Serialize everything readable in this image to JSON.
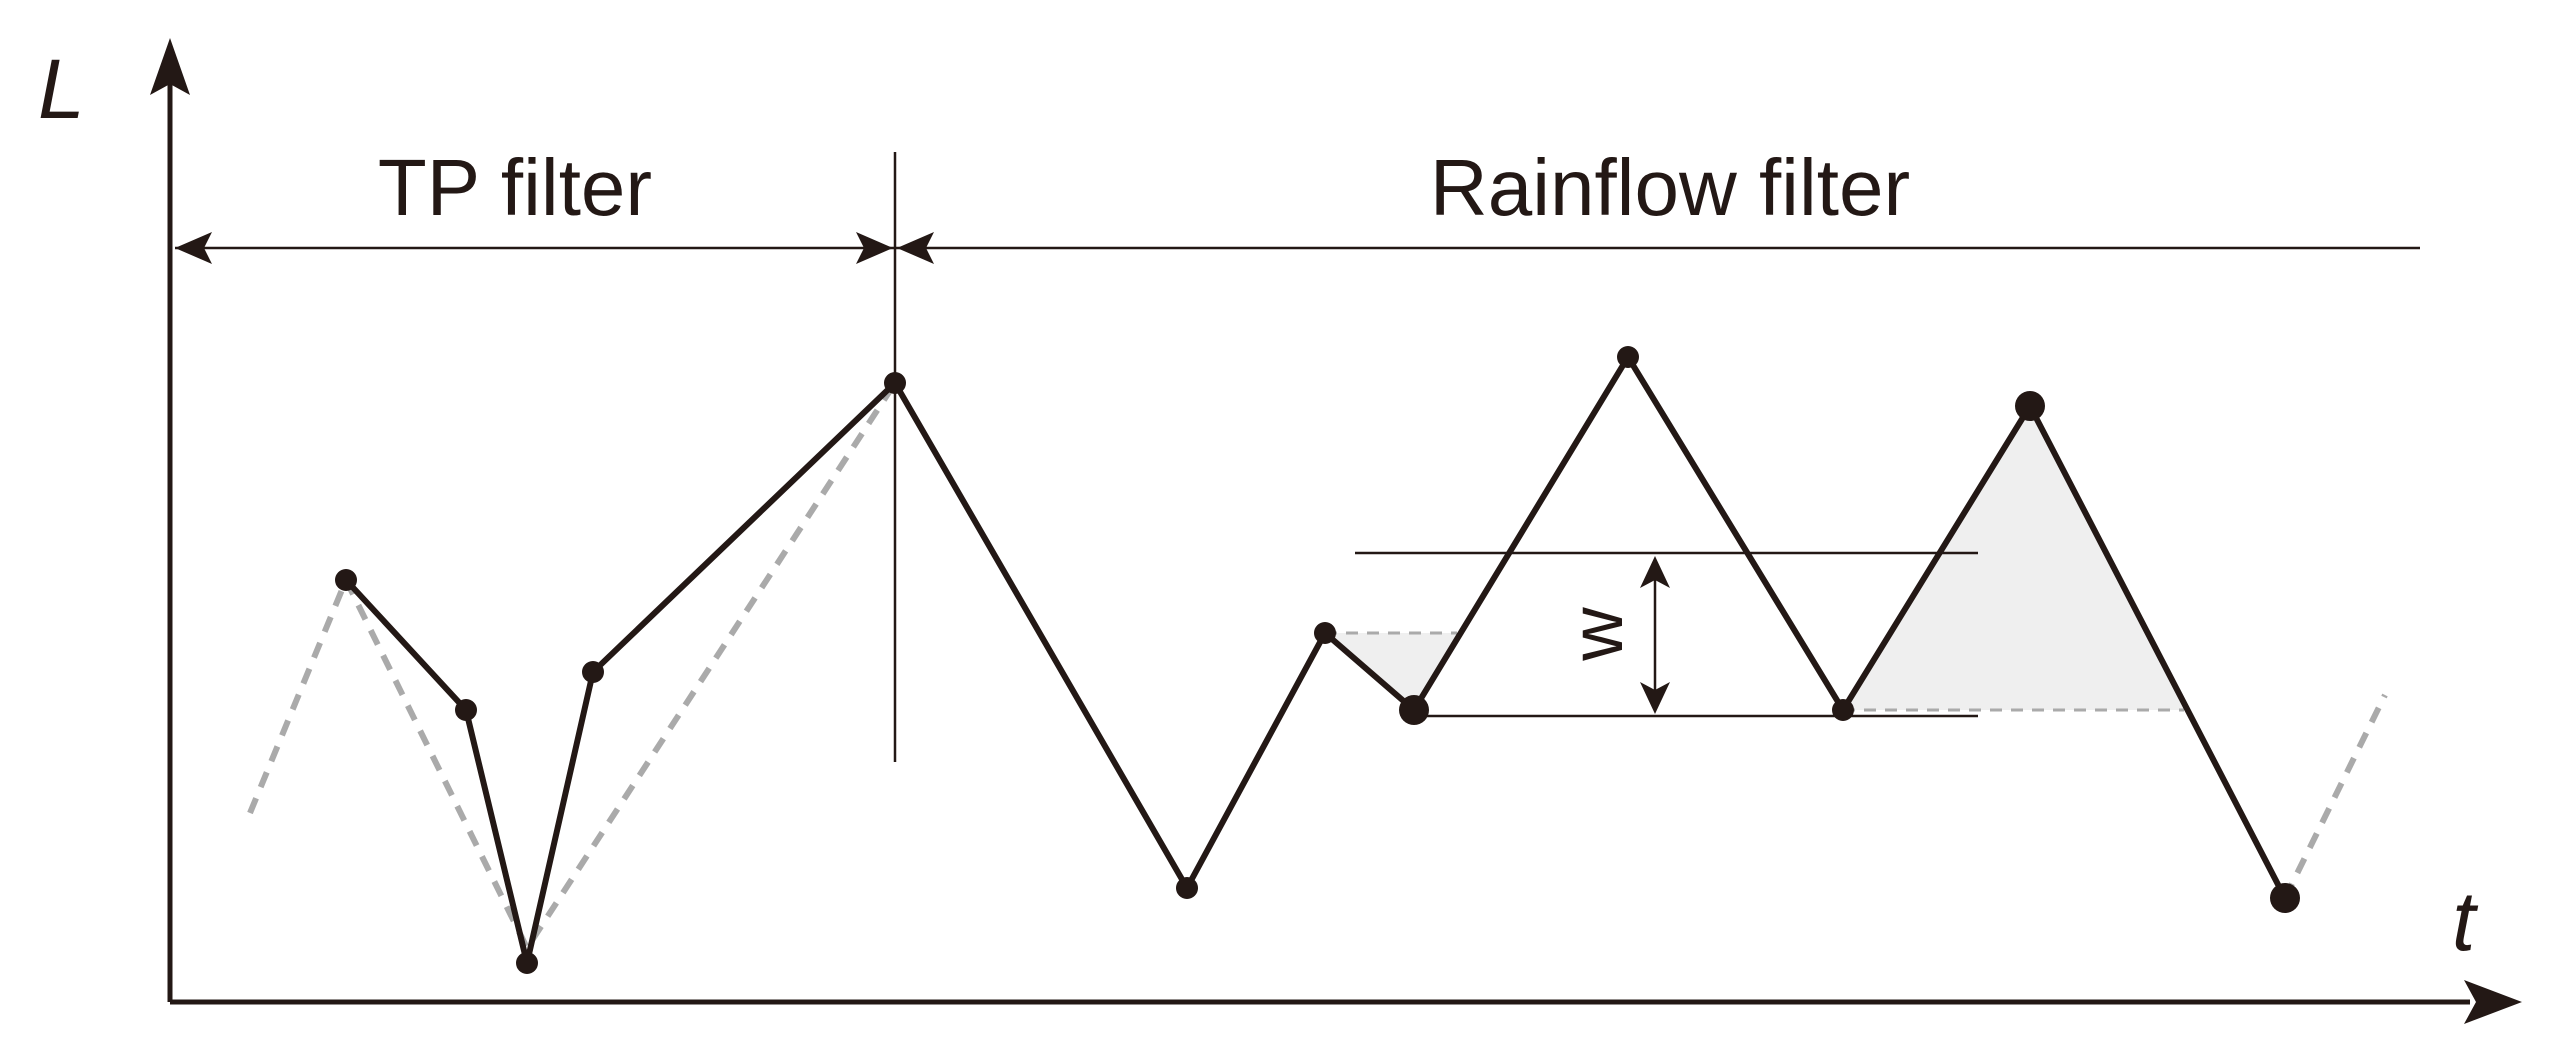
{
  "labels": {
    "y_axis": "L",
    "x_axis": "t",
    "tp_filter": "TP filter",
    "rainflow_filter": "Rainflow filter",
    "window": "w"
  },
  "colors": {
    "line": "#231815",
    "dashed": "#aaaaaa",
    "shade": "#efefef"
  }
}
